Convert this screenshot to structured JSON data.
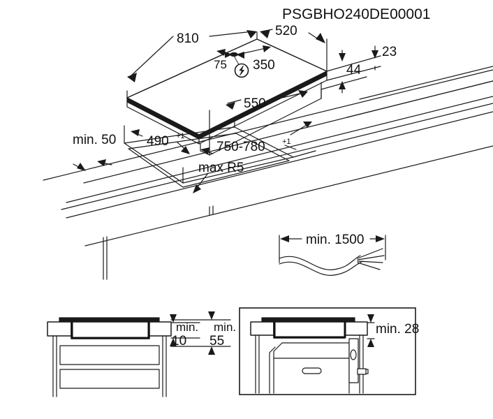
{
  "document": {
    "title": "PSGBHO240DE00001",
    "type": "appliance-installation-drawing",
    "line_color": "#1a1a1a",
    "background_color": "#ffffff"
  },
  "views": {
    "hob_isometric": {
      "name": "hob-isometric-view",
      "dimensions": {
        "width_810": "810",
        "depth_520": "520",
        "offset_75": "75",
        "offset_350": "350",
        "glass_thickness_23": "23",
        "body_height_44": "44",
        "body_depth_550": "550"
      },
      "symbols": {
        "electrical_connection": "⚡"
      }
    },
    "cutout_isometric": {
      "name": "worktop-cutout-view",
      "dimensions": {
        "edge_min_50": "min. 50",
        "cutout_depth_490": "490",
        "cutout_depth_tolerance": "+1",
        "cutout_width_750_780": "750-780",
        "cutout_width_tolerance": "+1",
        "corner_radius": "max R5"
      }
    },
    "cable_view": {
      "name": "mains-cable-length-view",
      "dimensions": {
        "cable_min_1500": "min. 1500"
      }
    },
    "section_left": {
      "name": "section-with-drawers",
      "dimensions": {
        "gap_min_10": "min.",
        "gap_min_10_value": "10",
        "clearance_min_55": "min.",
        "clearance_min_55_value": "55"
      }
    },
    "section_right": {
      "name": "section-with-oven",
      "dimensions": {
        "clearance_min_28": "min. 28"
      }
    }
  }
}
